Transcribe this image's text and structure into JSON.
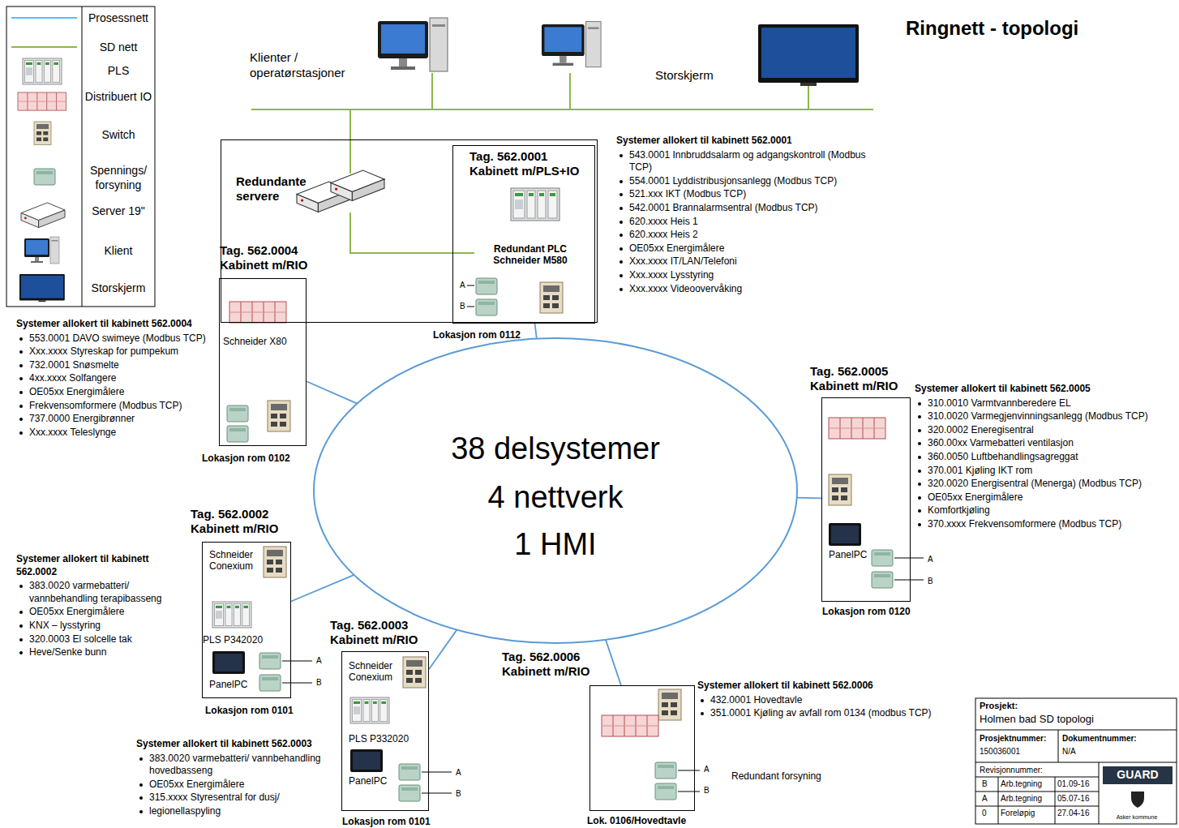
{
  "diagram": {
    "title": "Ringnett - topologi",
    "nodes": [
      {
        "text": [
          "Redundante servere"
        ]
      },
      {
        "text": [
          "Tag. 562.0001 Kabinett m/PLS+IO",
          "Redundant PLC Schneider M580",
          "A",
          "B",
          "Lokasjon rom 0112"
        ],
        "in": 0
      },
      {
        "text": [
          "Tag. 562.0004 Kabinett m/RIO",
          "Schneider X80",
          "Lokasjon rom 0102"
        ]
      },
      {
        "text": [
          "Tag. 562.0005 Kabinett m/RIO",
          "PanelPC",
          "A",
          "B",
          "Lokasjon rom 0120"
        ]
      },
      {
        "text": [
          "38 delsystemer",
          "4 nettverk",
          "1 HMI"
        ]
      },
      {
        "text": [
          "Tag. 562.0002 Kabinett m/RIO",
          "Schneider Conexium",
          "PLS P342020",
          "PanelPC",
          "A",
          "B",
          "Lokasjon rom 0101"
        ]
      },
      {
        "text": [
          "Tag. 562.0003 Kabinett m/RIO",
          "Schneider Conexium",
          "PLS P332020",
          "PanelPC",
          "A",
          "B",
          "Lokasjon rom 0101"
        ]
      },
      {
        "text": [
          "Tag. 562.0006 Kabinett m/RIO",
          "A",
          "B",
          "Lok. 0106/Hovedtavle"
        ]
      }
    ],
    "edges": [
      {
        "from": 4,
        "to": 1,
        "arrow": "none"
      },
      {
        "from": 4,
        "to": 2,
        "arrow": "none"
      },
      {
        "from": 4,
        "to": 3,
        "arrow": "none"
      },
      {
        "from": 4,
        "to": 5,
        "arrow": "none"
      },
      {
        "from": 4,
        "to": 6,
        "arrow": "none"
      },
      {
        "from": 4,
        "to": 7,
        "arrow": "none"
      }
    ],
    "labels": [
      "Klienter / operatørstasjoner",
      "Storskjerm",
      "Systemer allokert til kabinett 562.0001",
      "543.0001 Innbruddsalarm og adgangskontroll (Modbus TCP)",
      "554.0001 Lyddistribusjonsanlegg (Modbus TCP)",
      "521.xxx IKT (Modbus TCP)",
      "542.0001 Brannalarmsentral (Modbus TCP)",
      "620.xxxx Heis 1",
      "620.xxxx Heis 2",
      "OE05xx Energimålere",
      "Xxx.xxxx IT/LAN/Telefoni",
      "Xxx.xxxx Lysstyring",
      "Xxx.xxxx Videoovervåking",
      "Systemer allokert til kabinett 562.0004",
      "553.0001 DAVO swimeye (Modbus TCP)",
      "Xxx.xxxx Styreskap for pumpekum",
      "732.0001 Snøsmelte",
      "4xx.xxxx Solfangere",
      "OE05xx Energimålere",
      "Frekvensomformere (Modbus TCP)",
      "737.0000 Energibrønner",
      "Xxx.xxxx Teleslynge",
      "Systemer allokert til kabinett 562.0005",
      "310.0010 Varmtvannberedere EL",
      "310.0020 Varmegjenvinningsanlegg (Modbus TCP)",
      "320.0002 Eneregisentral",
      "360.00xx Varmebatteri ventilasjon",
      "360.0050 Luftbehandlingsagreggat",
      "370.001 Kjøling IKT rom",
      "320.0020 Energisentral (Menerga) (Modbus TCP)",
      "OE05xx Energimålere",
      "Komfortkjøling",
      "370.xxxx Frekvensomformere (Modbus TCP)",
      "Systemer allokert til kabinett 562.0002",
      "383.0020 varmebatteri/ vannbehandling terapibasseng",
      "OE05xx Energimålere",
      "KNX – lysstyring",
      "320.0003 El solcelle tak",
      "Heve/Senke bunn",
      "Systemer allokert til kabinett 562.0003",
      "383.0020 varmebatteri/ vannbehandling hovedbasseng",
      "OE05xx Energimålere",
      "315.xxxx Styresentral for dusj/",
      "legionellaspyling",
      "Systemer allokert til kabinett 562.0006",
      "432.0001 Hovedtavle",
      "351.0001 Kjøling av avfall rom 0134 (modbus TCP)",
      "Redundant forsyning",
      "Prosjekt:",
      "Holmen bad SD topologi",
      "Prosjektnummer:",
      "150036001",
      "Dokumentnummer:",
      "N/A",
      "Revisjonnummer:",
      "B",
      "Arb.tegning",
      "01.09-16",
      "A",
      "Arb.tegning",
      "05.07-16",
      "0",
      "Foreløpig",
      "27.04-16",
      "GUARD",
      "Asker kommune"
    ],
    "legend": [
      {
        "text": "Prosessnett"
      },
      {
        "text": "SD nett"
      },
      {
        "text": "PLS"
      },
      {
        "text": "Distribuert IO"
      },
      {
        "text": "Switch"
      },
      {
        "text": "Spennings/ forsyning"
      },
      {
        "text": "Server 19\""
      },
      {
        "text": "Klient"
      },
      {
        "text": "Storskjerm"
      }
    ]
  }
}
